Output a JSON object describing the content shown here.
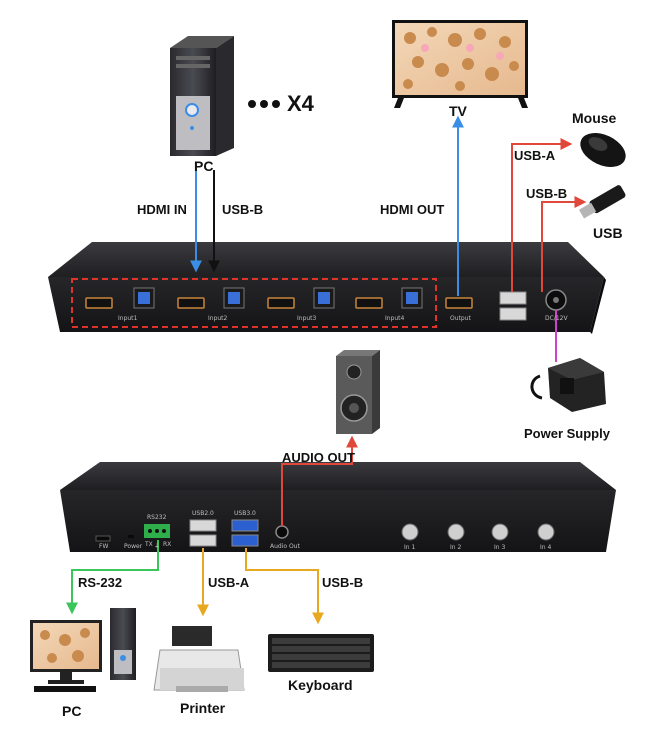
{
  "labels": {
    "pc_top": "PC",
    "multiplier": "X4",
    "tv": "TV",
    "mouse": "Mouse",
    "usb_device": "USB",
    "power_supply": "Power Supply",
    "pc_bottom": "PC",
    "printer": "Printer",
    "keyboard": "Keyboard"
  },
  "connections": {
    "hdmi_in": "HDMI IN",
    "usb_b_top": "USB-B",
    "hdmi_out": "HDMI OUT",
    "usb_a_top": "USB-A",
    "usb_b_right": "USB-B",
    "audio_out": "AUDIO OUT",
    "rs232": "RS-232",
    "usb_a_bottom": "USB-A",
    "usb_b_bottom": "USB-B"
  },
  "front_panel": {
    "ports": [
      "Input1",
      "Input2",
      "Input3",
      "Input4",
      "Output"
    ],
    "dc": "DC/12V"
  },
  "rear_panel": {
    "fw": "FW",
    "power": "Power",
    "rs232": "RS232",
    "tx": "TX",
    "gnd": "⏚",
    "rx": "RX",
    "usb2": "USB2.0",
    "usb3": "USB3.0",
    "audio": "Audio Out",
    "buttons": [
      "In 1",
      "In 2",
      "In 3",
      "In 4"
    ]
  },
  "colors": {
    "hdmi_in_arrow": "#3a8ee6",
    "usb_b_arrow": "#111111",
    "hdmi_out_arrow": "#3a8ee6",
    "usb_peripheral_arrow": "#e0483a",
    "power_line": "#cc44cc",
    "audio_arrow": "#e0483a",
    "rs232_arrow": "#3ac65a",
    "usb_bottom_arrow": "#e8a820",
    "selection_box": "#e0342a"
  }
}
